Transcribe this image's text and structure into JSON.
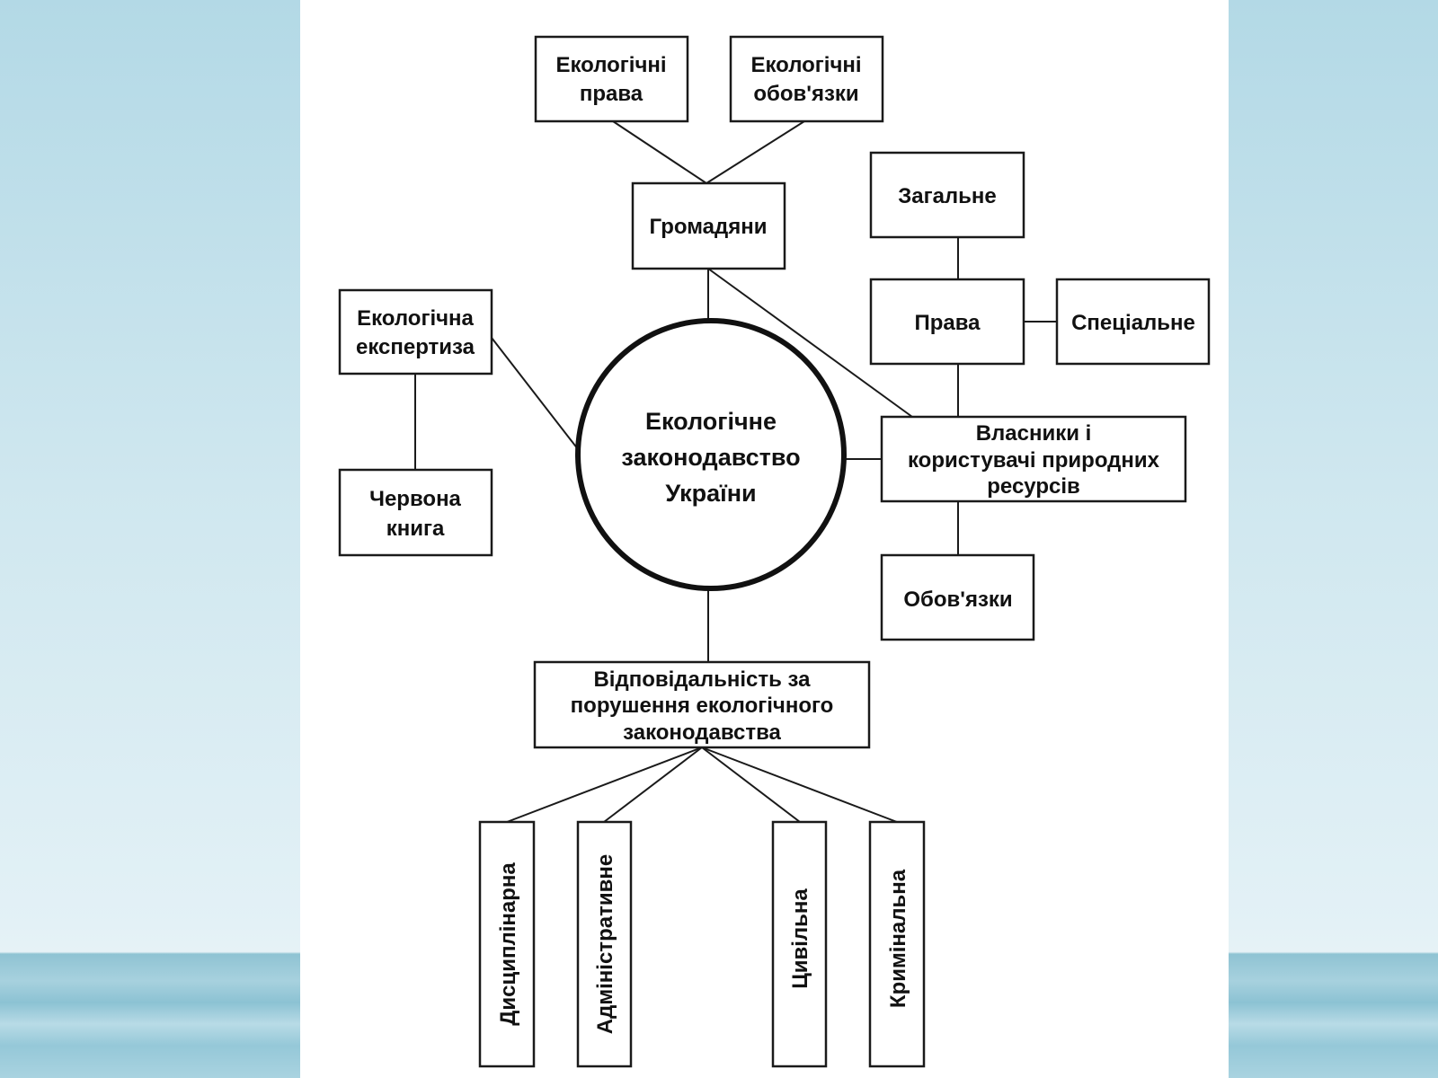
{
  "diagram": {
    "center": [
      "Екологічне",
      "законодавство",
      "України"
    ],
    "citizens": "Громадяни",
    "eco_rights": [
      "Екологічні",
      "права"
    ],
    "eco_duties": [
      "Екологічні",
      "обов'язки"
    ],
    "general": "Загальне",
    "rights": "Права",
    "special": "Спеціальне",
    "owners": [
      "Власники і",
      "користувачі природних",
      "ресурсів"
    ],
    "duties": "Обов'язки",
    "expertise": [
      "Екологічна",
      "експертиза"
    ],
    "red_book": [
      "Червона",
      "книга"
    ],
    "liability": [
      "Відповідальність за",
      "порушення екологічного",
      "законодавства"
    ],
    "liability_types": [
      "Дисциплінарна",
      "Адміністративне",
      "Цивільна",
      "Кримінальна"
    ]
  }
}
